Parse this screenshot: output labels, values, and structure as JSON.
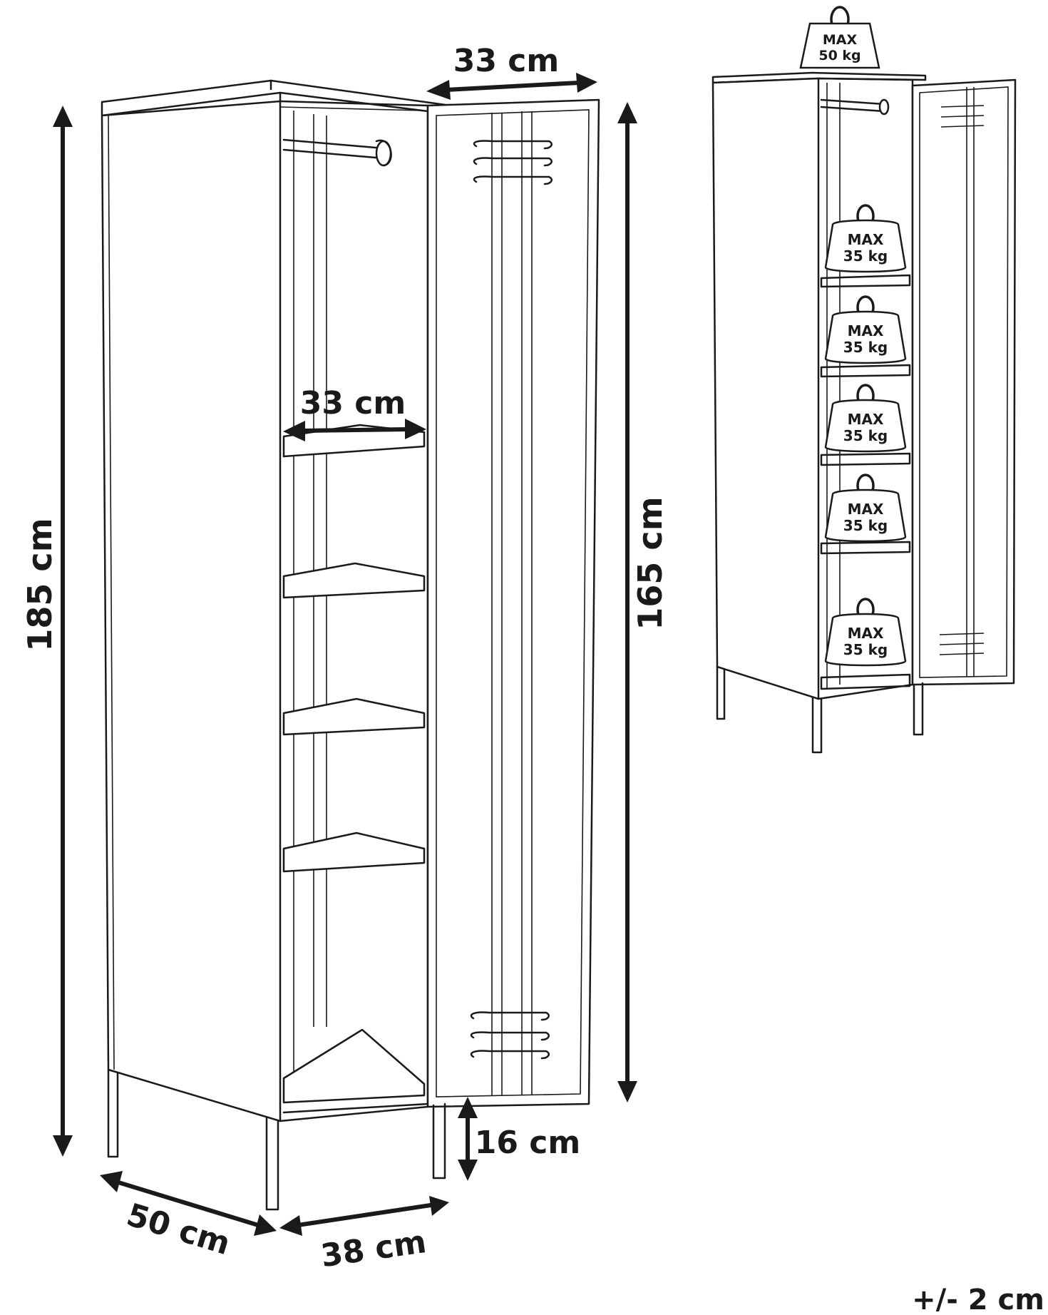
{
  "dimensions": {
    "total_height": "185 cm",
    "door_height": "165 cm",
    "door_width": "33 cm",
    "interior_width": "33 cm",
    "leg_height": "16 cm",
    "side_depth": "50 cm",
    "front_width": "38 cm"
  },
  "load_limits": {
    "top": {
      "max_label": "MAX",
      "weight": "50 kg"
    },
    "shelves": [
      {
        "max_label": "MAX",
        "weight": "35 kg"
      },
      {
        "max_label": "MAX",
        "weight": "35 kg"
      },
      {
        "max_label": "MAX",
        "weight": "35 kg"
      },
      {
        "max_label": "MAX",
        "weight": "35 kg"
      },
      {
        "max_label": "MAX",
        "weight": "35 kg"
      }
    ]
  },
  "tolerance": "+/- 2 cm"
}
